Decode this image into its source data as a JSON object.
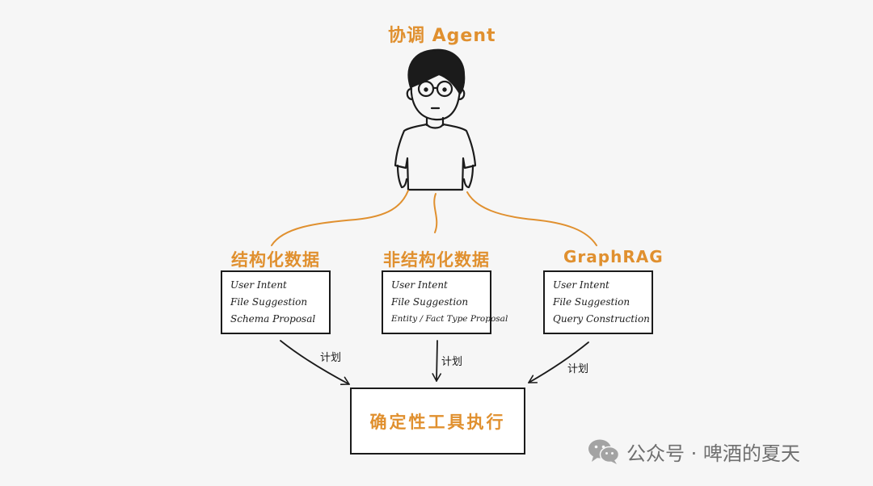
{
  "title": "协调 Agent",
  "branches": [
    {
      "label": "结构化数据",
      "lines": [
        "User Intent",
        "File Suggestion",
        "Schema Proposal"
      ]
    },
    {
      "label": "非结构化数据",
      "lines": [
        "User Intent",
        "File Suggestion",
        "Entity / Fact Type Proposal"
      ]
    },
    {
      "label": "GraphRAG",
      "lines": [
        "User Intent",
        "File Suggestion",
        "Query Construction"
      ]
    }
  ],
  "edge_label": "计划",
  "executor": "确定性工具执行",
  "watermark": {
    "text": "公众号 · 啤酒的夏天",
    "icon": "wechat-icon"
  },
  "colors": {
    "accent": "#e0902f",
    "ink": "#1b1b1b",
    "background": "#f6f6f6"
  }
}
